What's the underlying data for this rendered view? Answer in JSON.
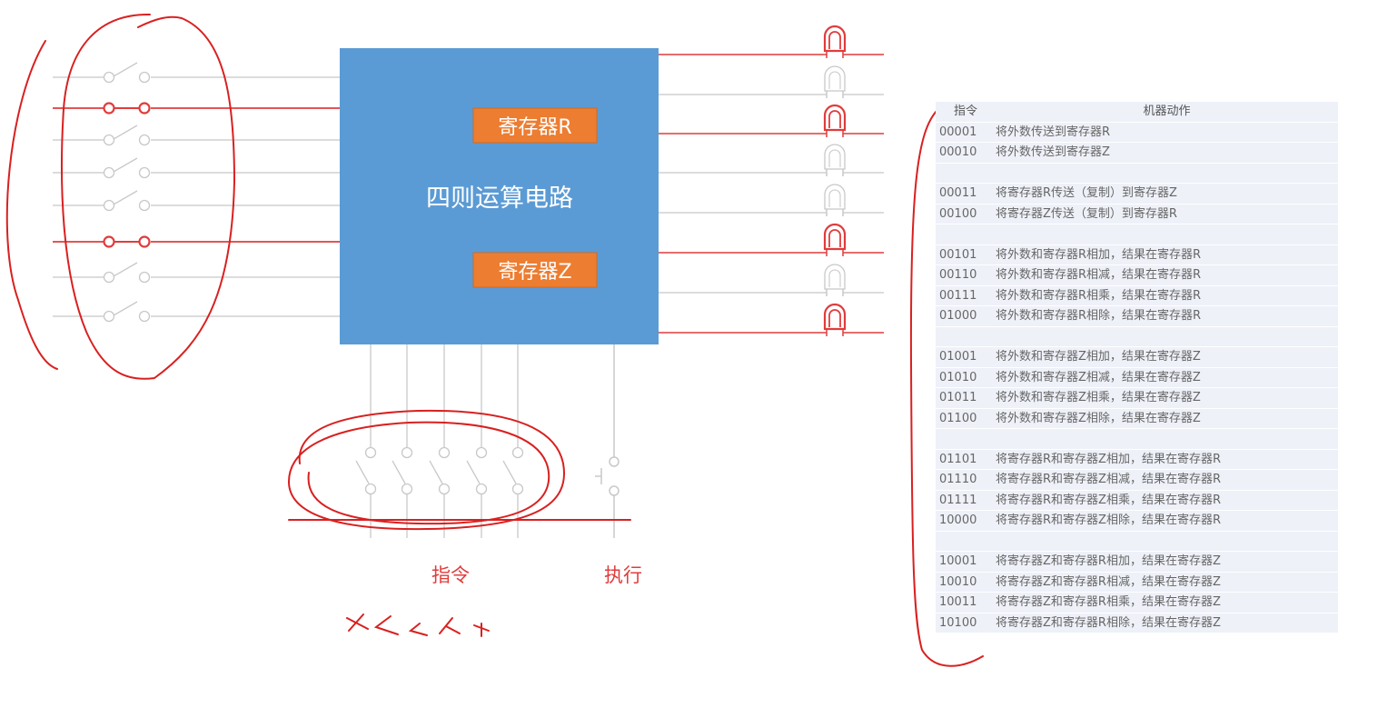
{
  "circuit": {
    "center_label": "四则运算电路",
    "register_r": "寄存器R",
    "register_z": "寄存器Z",
    "instruction_label": "指令",
    "execute_label": "执行",
    "input_switches": [
      {
        "closed": false
      },
      {
        "closed": true
      },
      {
        "closed": false
      },
      {
        "closed": false
      },
      {
        "closed": false
      },
      {
        "closed": true
      },
      {
        "closed": false
      },
      {
        "closed": false
      }
    ],
    "output_leds": [
      {
        "lit": true
      },
      {
        "lit": false
      },
      {
        "lit": true
      },
      {
        "lit": false
      },
      {
        "lit": false
      },
      {
        "lit": true
      },
      {
        "lit": false
      },
      {
        "lit": true
      }
    ],
    "colors": {
      "box": "#5b9bd5",
      "register": "#ed7d31",
      "active": "#e03c3c",
      "inactive": "#c8c8c8",
      "annotation": "#d92020"
    }
  },
  "table": {
    "header": {
      "code": "指令",
      "action": "机器动作"
    },
    "rows": [
      {
        "code": "00001",
        "action": "将外数传送到寄存器R"
      },
      {
        "code": "00010",
        "action": "将外数传送到寄存器Z"
      },
      {
        "code": "",
        "action": ""
      },
      {
        "code": "00011",
        "action": "将寄存器R传送（复制）到寄存器Z"
      },
      {
        "code": "00100",
        "action": "将寄存器Z传送（复制）到寄存器R"
      },
      {
        "code": "",
        "action": ""
      },
      {
        "code": "00101",
        "action": "将外数和寄存器R相加，结果在寄存器R"
      },
      {
        "code": "00110",
        "action": "将外数和寄存器R相减，结果在寄存器R"
      },
      {
        "code": "00111",
        "action": "将外数和寄存器R相乘，结果在寄存器R"
      },
      {
        "code": "01000",
        "action": "将外数和寄存器R相除，结果在寄存器R"
      },
      {
        "code": "",
        "action": ""
      },
      {
        "code": "01001",
        "action": "将外数和寄存器Z相加，结果在寄存器Z"
      },
      {
        "code": "01010",
        "action": "将外数和寄存器Z相减，结果在寄存器Z"
      },
      {
        "code": "01011",
        "action": "将外数和寄存器Z相乘，结果在寄存器Z"
      },
      {
        "code": "01100",
        "action": "将外数和寄存器Z相除，结果在寄存器Z"
      },
      {
        "code": "",
        "action": ""
      },
      {
        "code": "01101",
        "action": "将寄存器R和寄存器Z相加，结果在寄存器R"
      },
      {
        "code": "01110",
        "action": "将寄存器R和寄存器Z相减，结果在寄存器R"
      },
      {
        "code": "01111",
        "action": "将寄存器R和寄存器Z相乘，结果在寄存器R"
      },
      {
        "code": "10000",
        "action": "将寄存器R和寄存器Z相除，结果在寄存器R"
      },
      {
        "code": "",
        "action": ""
      },
      {
        "code": "10001",
        "action": "将寄存器Z和寄存器R相加，结果在寄存器Z"
      },
      {
        "code": "10010",
        "action": "将寄存器Z和寄存器R相减，结果在寄存器Z"
      },
      {
        "code": "10011",
        "action": "将寄存器Z和寄存器R相乘，结果在寄存器Z"
      },
      {
        "code": "10100",
        "action": "将寄存器Z和寄存器R相除，结果在寄存器Z"
      }
    ]
  }
}
